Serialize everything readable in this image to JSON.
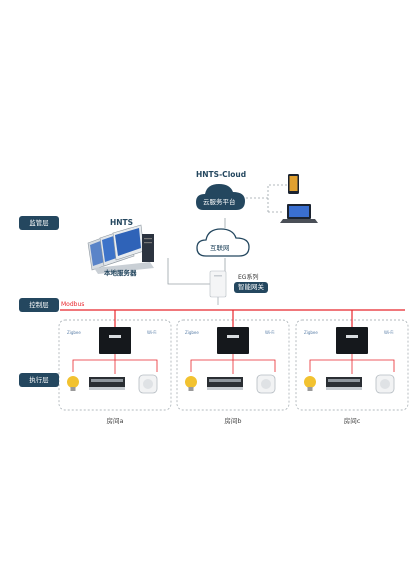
{
  "layers": {
    "monitoring": "监管层",
    "control": "控制层",
    "execution": "执行层"
  },
  "cloud": {
    "title": "HNTS-Cloud",
    "platform": "云服务平台",
    "internet": "互联网"
  },
  "server": {
    "title": "HNTS",
    "label": "本地服务器"
  },
  "gateway": {
    "series": "EG系列",
    "label": "智能网关"
  },
  "bus": {
    "label": "Modbus",
    "color": "#e8262c"
  },
  "panel_badges": {
    "zigbee": "Zigbee",
    "wifi": "Wi-Fi"
  },
  "rooms": [
    {
      "label": "房间a"
    },
    {
      "label": "房间b"
    },
    {
      "label": "房间c"
    }
  ],
  "colors": {
    "dark_accent": "#24475f",
    "bus_red": "#e8262c",
    "connector_gray": "#9aa3a9"
  }
}
